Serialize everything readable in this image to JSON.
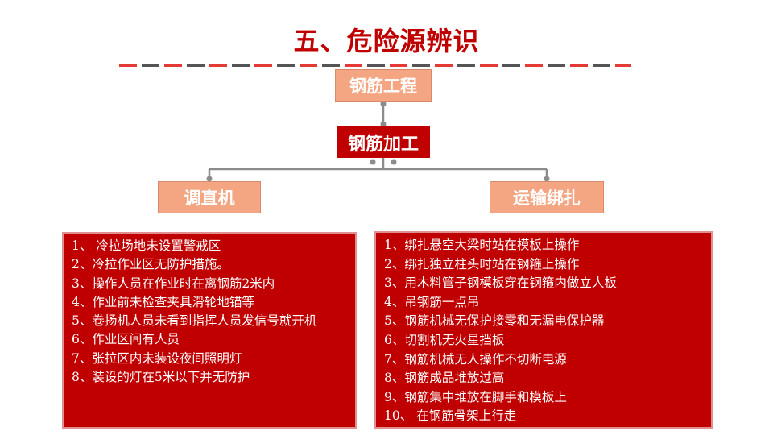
{
  "title": "五、危险源辨识",
  "nodes": {
    "root": "钢筋工程",
    "processing": "钢筋加工",
    "straighten": "调直机",
    "transport": "运输绑扎"
  },
  "left_items": [
    "1、 冷拉场地未设置警戒区",
    "2、冷拉作业区无防护措施。",
    "3、操作人员在作业时在离钢筋2米内",
    "4、作业前未检查夹具滑轮地锚等",
    "5、卷扬机人员未看到指挥人员发信号就开机",
    "6、作业区间有人员",
    "7、张拉区内未装设夜间照明灯",
    "8、装设的灯在5米以下并无防护"
  ],
  "right_items": [
    "1、绑扎悬空大梁时站在模板上操作",
    "2、绑扎独立柱头时站在钢箍上操作",
    "3、用木料管子钢模板穿在钢箍内做立人板",
    "4、吊钢筋一点吊",
    "5、钢筋机械无保护接零和无漏电保护器",
    "6、切割机无火星挡板",
    "7、钢筋机械无人操作不切断电源",
    "8、钢筋成品堆放过高",
    "9、钢筋集中堆放在脚手和模板上",
    "10、 在钢筋骨架上行走"
  ],
  "colors": {
    "accent_red": "#c00000",
    "salmon": "#f4a582",
    "connector": "#8c8c8c"
  }
}
